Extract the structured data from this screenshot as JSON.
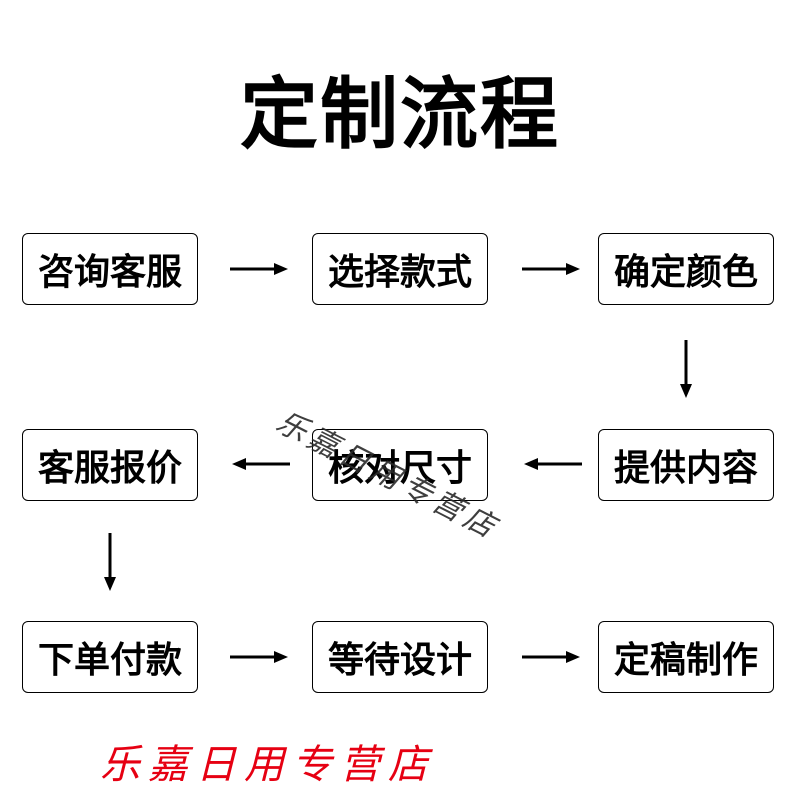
{
  "title": "定制流程",
  "steps": [
    {
      "label": "咨询客服"
    },
    {
      "label": "选择款式"
    },
    {
      "label": "确定颜色"
    },
    {
      "label": "提供内容"
    },
    {
      "label": "核对尺寸"
    },
    {
      "label": "客服报价"
    },
    {
      "label": "下单付款"
    },
    {
      "label": "等待设计"
    },
    {
      "label": "定稿制作"
    }
  ],
  "watermark": "乐嘉日用专营店",
  "footer": "乐嘉日用专营店",
  "colors": {
    "text": "#000000",
    "footer": "#e60012",
    "background": "#ffffff"
  }
}
